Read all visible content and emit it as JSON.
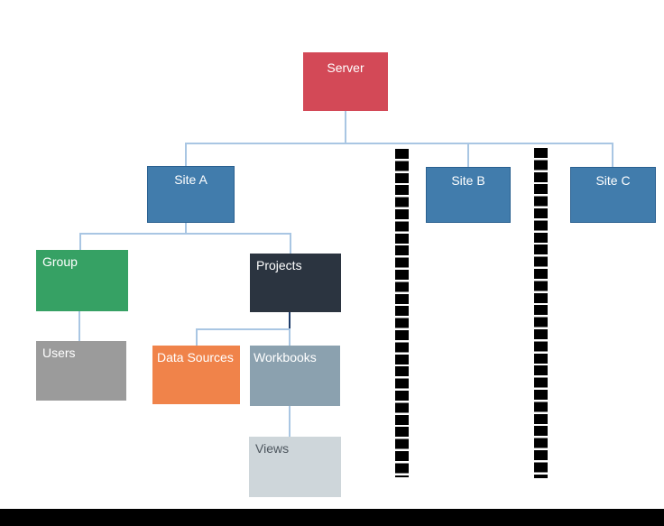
{
  "diagram": {
    "type": "hierarchy-tree",
    "nodes": {
      "server": {
        "label": "Server",
        "color": "#d34957",
        "text_color": "#ffffff"
      },
      "site_a": {
        "label": "Site A",
        "color": "#417cac",
        "border_color": "#2a6090",
        "text_color": "#ffffff"
      },
      "site_b": {
        "label": "Site B",
        "color": "#417cac",
        "border_color": "#2a6090",
        "text_color": "#ffffff"
      },
      "site_c": {
        "label": "Site C",
        "color": "#417cac",
        "border_color": "#2a6090",
        "text_color": "#ffffff"
      },
      "group": {
        "label": "Group",
        "color": "#36a164",
        "text_color": "#ffffff"
      },
      "users": {
        "label": "Users",
        "color": "#9b9b9b",
        "text_color": "#ffffff"
      },
      "projects": {
        "label": "Projects",
        "color": "#2b3440",
        "text_color": "#ffffff"
      },
      "data_sources": {
        "label": "Data Sources",
        "color": "#f0834a",
        "text_color": "#ffffff"
      },
      "workbooks": {
        "label": "Workbooks",
        "color": "#8ba1af",
        "text_color": "#ffffff"
      },
      "views": {
        "label": "Views",
        "color": "#ced6da",
        "text_color": "#4d565e"
      }
    },
    "edges": [
      [
        "server",
        "site_a"
      ],
      [
        "server",
        "site_b"
      ],
      [
        "server",
        "site_c"
      ],
      [
        "site_a",
        "group"
      ],
      [
        "site_a",
        "projects"
      ],
      [
        "group",
        "users"
      ],
      [
        "projects",
        "data_sources"
      ],
      [
        "projects",
        "workbooks"
      ],
      [
        "workbooks",
        "views"
      ]
    ],
    "connector_color": "#a9c6e3",
    "connector_dark_color": "#1e3d6b",
    "separator_color": "#000000",
    "bottom_bar_color": "#000000"
  }
}
